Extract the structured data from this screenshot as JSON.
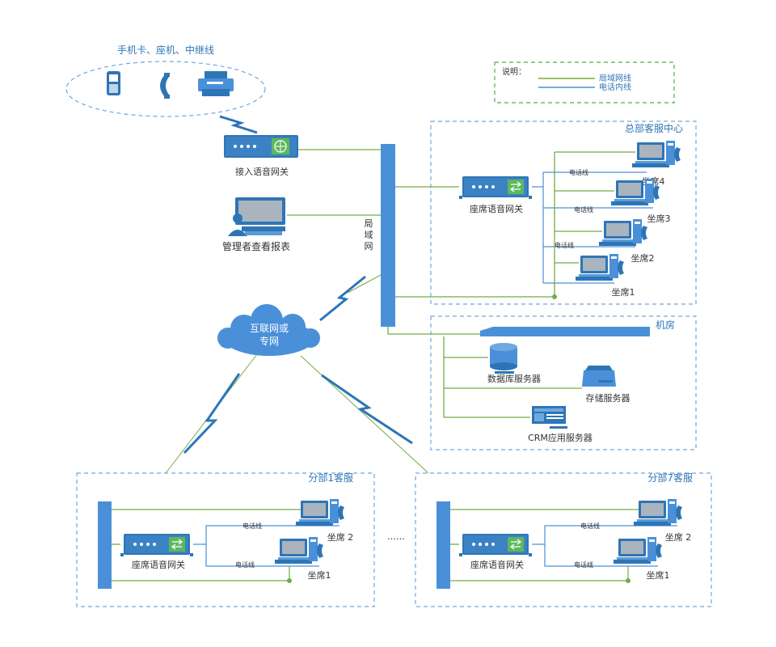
{
  "colors": {
    "blue_dark": "#2e75b6",
    "blue": "#4a90d9",
    "blue_light": "#6fa9e0",
    "green": "#70ad47",
    "dash_blue": "#6fa8dc",
    "dash_green": "#4caf50",
    "text_dark": "#333333",
    "text_blue": "#2e75b6"
  },
  "top_group": {
    "label": "手机卡、座机、中继线"
  },
  "access_gateway": {
    "label": "接入语音网关"
  },
  "admin": {
    "label": "管理者查看报表"
  },
  "lan": {
    "label_chars": [
      "局",
      "域",
      "网"
    ]
  },
  "internet": {
    "label_line1": "互联网或",
    "label_line2": "专网"
  },
  "legend": {
    "title": "说明：",
    "items": [
      {
        "label": "局域网线",
        "color": "#70ad47"
      },
      {
        "label": "电话内线",
        "color": "#4a90d9"
      }
    ]
  },
  "hq": {
    "title": "总部客服中心",
    "gateway_label": "座席语音网关",
    "phone_line_label": "电话线",
    "seats": [
      "坐席4",
      "坐席3",
      "坐席2",
      "坐席1"
    ]
  },
  "machine_room": {
    "title": "机房",
    "servers": [
      "数据库服务器",
      "存储服务器",
      "CRM应用服务器"
    ]
  },
  "branches": [
    {
      "title": "分部1客服",
      "gateway_label": "座席语音网关",
      "phone_line_label": "电话线",
      "seats": [
        "坐席 2",
        "坐席1"
      ]
    },
    {
      "title": "分部7客服",
      "gateway_label": "座席语音网关",
      "phone_line_label": "电话线",
      "seats": [
        "坐席 2",
        "坐席1"
      ]
    }
  ],
  "ellipsis": "……"
}
